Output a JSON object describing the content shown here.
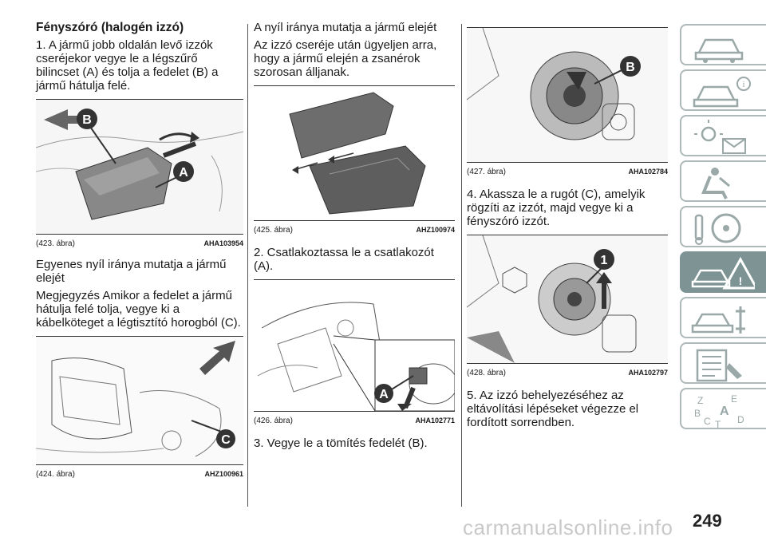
{
  "col1": {
    "heading": "Fényszóró (halogén izzó)",
    "p1": "1. A jármű jobb oldalán levő izzók cseréjekor vegye le a légszűrő bilincset (A) és tolja a fedelet (B) a jármű hátulja felé.",
    "fig1": {
      "caption": "(423. ábra)",
      "code": "AHA103954",
      "labels": [
        "B",
        "A"
      ]
    },
    "p2": "Egyenes nyíl iránya mutatja a jármű elejét",
    "p3": "Megjegyzés  Amikor a fedelet a jármű hátulja felé tolja, vegye ki a kábelköteget a légtisztító horogból (C).",
    "fig2": {
      "caption": "(424. ábra)",
      "code": "AHZ100961",
      "labels": [
        "C"
      ]
    }
  },
  "col2": {
    "p1": "A nyíl iránya mutatja a jármű elejét",
    "p2": "Az izzó cseréje után ügyeljen arra, hogy a jármű elején a zsanérok szorosan álljanak.",
    "fig1": {
      "caption": "(425. ábra)",
      "code": "AHZ100974"
    },
    "p3": "2. Csatlakoztassa le a csatlakozót (A).",
    "fig2": {
      "caption": "(426. ábra)",
      "code": "AHA102771",
      "labels": [
        "A"
      ]
    },
    "p4": "3. Vegye le a tömítés fedelét (B)."
  },
  "col3": {
    "fig1": {
      "caption": "(427. ábra)",
      "code": "AHA102784",
      "labels": [
        "B"
      ]
    },
    "p1": "4. Akassza le a rugót (C), amelyik rögzíti az izzót, majd vegye ki a fényszóró izzót.",
    "fig2": {
      "caption": "(428. ábra)",
      "code": "AHA102797",
      "labels": [
        "1"
      ]
    },
    "p2": "5. Az izzó behelyezéséhez az eltávolítási lépéseket végezze el fordított sorrendben."
  },
  "sidebar": {
    "tabs": [
      {
        "icon": "car-dashboard-icon",
        "active": false
      },
      {
        "icon": "car-info-icon",
        "active": false
      },
      {
        "icon": "lights-message-icon",
        "active": false
      },
      {
        "icon": "seat-airbag-icon",
        "active": false
      },
      {
        "icon": "key-steering-icon",
        "active": false
      },
      {
        "icon": "warning-breakdown-icon",
        "active": true
      },
      {
        "icon": "car-service-icon",
        "active": false
      },
      {
        "icon": "specs-list-icon",
        "active": false
      },
      {
        "icon": "index-letters-icon",
        "active": false
      }
    ],
    "index_letters": [
      "Z",
      "E",
      "B",
      "A",
      "C",
      "T",
      "D"
    ]
  },
  "footer": {
    "page_number": "249",
    "watermark": "carmanualsonline.info"
  },
  "colors": {
    "active_tab": "#7d9394",
    "tab_border": "#aeb9b9",
    "accent_callout": "#333333"
  }
}
